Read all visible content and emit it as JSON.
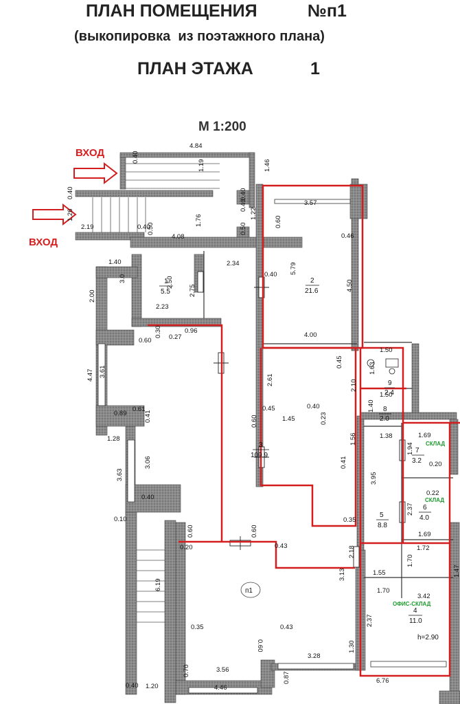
{
  "header": {
    "title": "ПЛАН ПОМЕЩЕНИЯ",
    "number": "№п1",
    "subtitle": "(выкопировка  из поэтажного плана)",
    "floor_label": "ПЛАН ЭТАЖА",
    "floor_number": "1",
    "scale": "М 1:200"
  },
  "entrances": [
    "ВХОД",
    "ВХОД"
  ],
  "unit_label": "п1",
  "height_note": "h=2.90",
  "rooms": [
    {
      "num": "1",
      "area": "5.5"
    },
    {
      "num": "2",
      "area": "21.6"
    },
    {
      "num": "3",
      "area": "109.9"
    },
    {
      "num": "4",
      "area": "11.0",
      "label": "ОФИС-СКЛАД"
    },
    {
      "num": "5",
      "area": "8.8"
    },
    {
      "num": "6",
      "area": "4.0",
      "label": "СКЛАД"
    },
    {
      "num": "7",
      "area": "3.2",
      "label": "СКЛАД"
    },
    {
      "num": "8",
      "area": "2.0"
    },
    {
      "num": "9",
      "area": "2.4"
    }
  ],
  "dimensions": [
    "4.84",
    "0.40",
    "1.19",
    "1.46",
    "0.40",
    "1.26",
    "2.19",
    "0.40",
    "1.76",
    "1.22",
    "0.40",
    "0.40",
    "0.50",
    "0.50",
    "4.08",
    "3.57",
    "0.60",
    "0.46",
    "1.40",
    "3.0",
    "2.50",
    "2.75",
    "2.34",
    "0.40",
    "5.79",
    "4.50",
    "2.00",
    "2.23",
    "0.30",
    "0.96",
    "0.60",
    "0.27",
    "4.00",
    "1.50",
    "0.45",
    "1.63",
    "2.61",
    "2.10",
    "1.50",
    "4.47",
    "3.61",
    "0.45",
    "0.40",
    "1.40",
    "0.89",
    "0.61",
    "0.60",
    "1.45",
    "0.23",
    "1.38",
    "1.69",
    "0.41",
    "1.56",
    "1.94",
    "0.20",
    "1.28",
    "3.95",
    "3.63",
    "3.06",
    "0.41",
    "0.22",
    "0.40",
    "2.37",
    "0.35",
    "1.69",
    "0.10",
    "0.60",
    "0.60",
    "0.43",
    "2.18",
    "1.72",
    "0.20",
    "3.13",
    "1.70",
    "1.55",
    "1.70",
    "3.42",
    "6.19",
    "1.47",
    "2.37",
    "0.35",
    "0.43",
    "1.30",
    "3.28",
    "0.60",
    "0.70",
    "3.56",
    "0.87",
    "6.76",
    "1.20",
    "0.40",
    "4.46"
  ]
}
